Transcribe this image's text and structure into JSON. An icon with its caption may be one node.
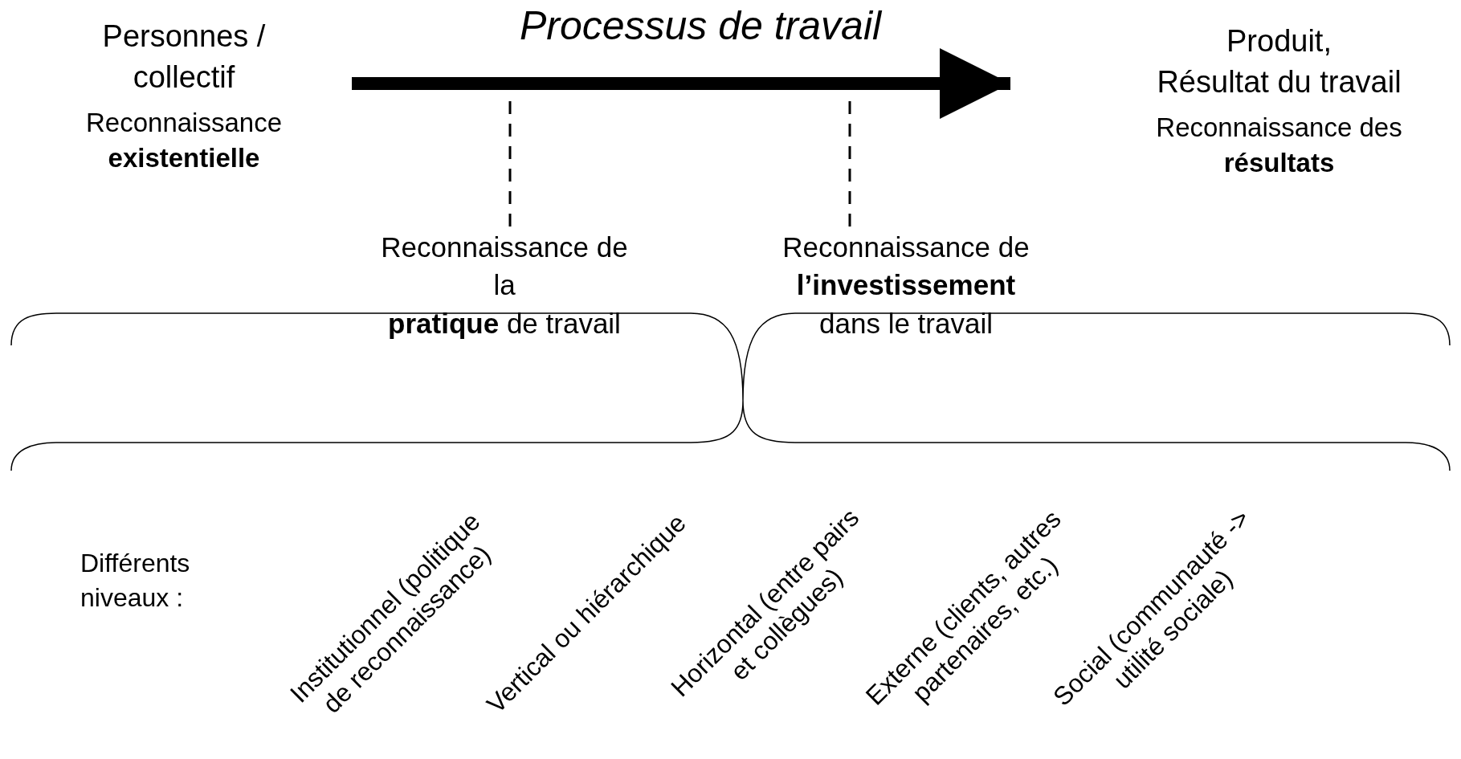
{
  "diagram": {
    "nodes": [
      {
        "text": [
          "Personnes / collectif",
          "Reconnaissance **existentielle**"
        ]
      },
      {
        "text": [
          "Produit, Résultat du travail",
          "Reconnaissance des **résultats**"
        ]
      },
      {
        "text": [
          "Reconnaissance de la **pratique** de travail"
        ]
      },
      {
        "text": [
          "Reconnaissance de **l’investissement** dans le travail"
        ]
      }
    ],
    "edges": [
      {
        "from": 0,
        "to": 1,
        "arrow": "to",
        "label": "Processus de travail",
        "style": "thick"
      },
      {
        "from": 2,
        "to": null,
        "arrow": "none",
        "style": "dashed"
      },
      {
        "from": 3,
        "to": null,
        "arrow": "none",
        "style": "dashed"
      }
    ],
    "labels": [
      "Différents niveaux :",
      "Institutionnel (politique de reconnaissance)",
      "Vertical ou hiérarchique",
      "Horizontal (entre pairs et collègues)",
      "Externe (clients, autres partenaires, etc.)",
      "Social (communauté -> utilité sociale)"
    ]
  }
}
